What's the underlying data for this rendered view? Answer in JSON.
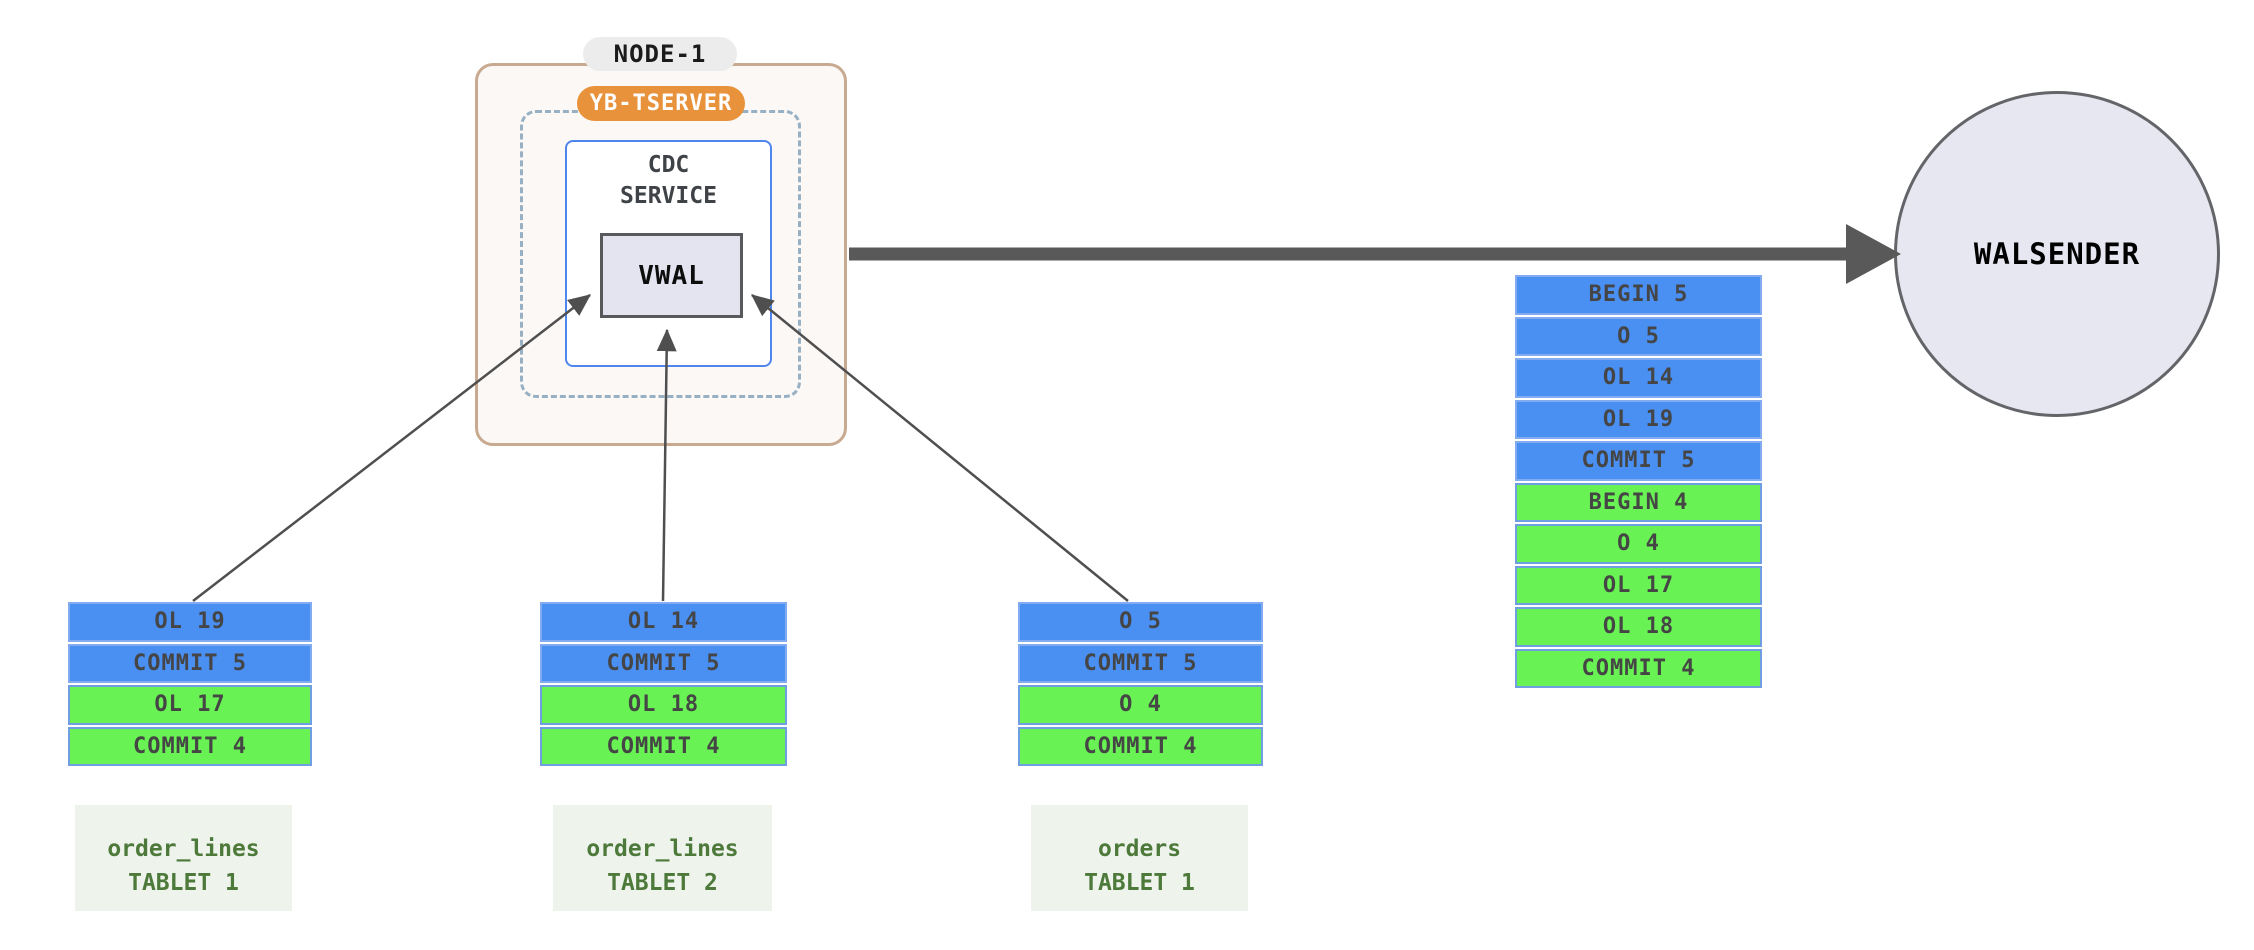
{
  "node": {
    "title": "NODE-1",
    "tserver": "YB-TSERVER",
    "cdc_service": {
      "line1": "CDC",
      "line2": "SERVICE"
    },
    "vwal": "VWAL"
  },
  "walsender": {
    "label": "WALSENDER"
  },
  "merged_queue": {
    "rows": [
      {
        "label": "BEGIN 5",
        "color": "blue"
      },
      {
        "label": "O 5",
        "color": "blue"
      },
      {
        "label": "OL 14",
        "color": "blue"
      },
      {
        "label": "OL 19",
        "color": "blue"
      },
      {
        "label": "COMMIT 5",
        "color": "blue"
      },
      {
        "label": "BEGIN 4",
        "color": "green"
      },
      {
        "label": "O 4",
        "color": "green"
      },
      {
        "label": "OL 17",
        "color": "green"
      },
      {
        "label": "OL 18",
        "color": "green"
      },
      {
        "label": "COMMIT 4",
        "color": "green"
      }
    ]
  },
  "tablets": [
    {
      "name": {
        "line1": "order_lines",
        "line2": "TABLET 1"
      },
      "rows": [
        {
          "label": "OL 19",
          "color": "blue"
        },
        {
          "label": "COMMIT 5",
          "color": "blue"
        },
        {
          "label": "OL 17",
          "color": "green"
        },
        {
          "label": "COMMIT 4",
          "color": "green"
        }
      ]
    },
    {
      "name": {
        "line1": "order_lines",
        "line2": "TABLET 2"
      },
      "rows": [
        {
          "label": "OL 14",
          "color": "blue"
        },
        {
          "label": "COMMIT 5",
          "color": "blue"
        },
        {
          "label": "OL 18",
          "color": "green"
        },
        {
          "label": "COMMIT 4",
          "color": "green"
        }
      ]
    },
    {
      "name": {
        "line1": "orders",
        "line2": "TABLET 1"
      },
      "rows": [
        {
          "label": "O 5",
          "color": "blue"
        },
        {
          "label": "COMMIT 5",
          "color": "blue"
        },
        {
          "label": "O 4",
          "color": "green"
        },
        {
          "label": "COMMIT 4",
          "color": "green"
        }
      ]
    }
  ],
  "colors": {
    "txn5_blue": "#4a8ff2",
    "txn4_green": "#69f254",
    "node_border": "#c8aa91",
    "tserver_pill": "#e8923c",
    "cdc_border": "#4f86ee",
    "arrow_gray": "#595959",
    "tablet_label_text": "#4d7a3a"
  }
}
